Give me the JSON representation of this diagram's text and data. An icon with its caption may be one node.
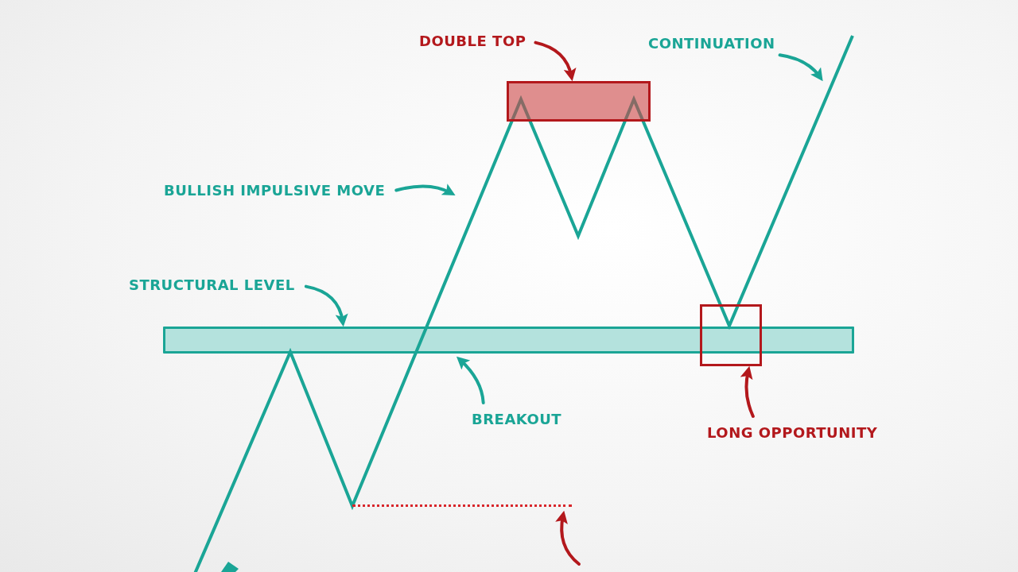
{
  "diagram": {
    "nodes": [
      {
        "text": [
          "DOUBLE TOP"
        ]
      },
      {
        "text": [],
        "shape": "box"
      },
      {
        "text": [
          "CONTINUATION"
        ]
      },
      {
        "text": [
          "BULLISH IMPULSIVE MOVE"
        ]
      },
      {
        "text": [
          "STRUCTURAL LEVEL"
        ]
      },
      {
        "text": [],
        "shape": "bar"
      },
      {
        "text": [
          "BREAKOUT"
        ]
      },
      {
        "text": [],
        "shape": "box"
      },
      {
        "text": [
          "LONG OPPORTUNITY"
        ]
      },
      {
        "text": [],
        "shape": "line"
      }
    ],
    "edges": [
      {
        "from": 0,
        "to": 1,
        "arrow": "to",
        "color": "#b3181c"
      },
      {
        "from": 2,
        "to": null,
        "arrow": "to"
      },
      {
        "from": 3,
        "to": null,
        "arrow": "to"
      },
      {
        "from": 4,
        "to": 5,
        "arrow": "to"
      },
      {
        "from": 6,
        "to": 5,
        "arrow": "to"
      },
      {
        "from": 8,
        "to": 7,
        "arrow": "to",
        "color": "#b3181c"
      },
      {
        "from": null,
        "to": 9,
        "arrow": "to",
        "color": "#b3181c"
      }
    ]
  }
}
